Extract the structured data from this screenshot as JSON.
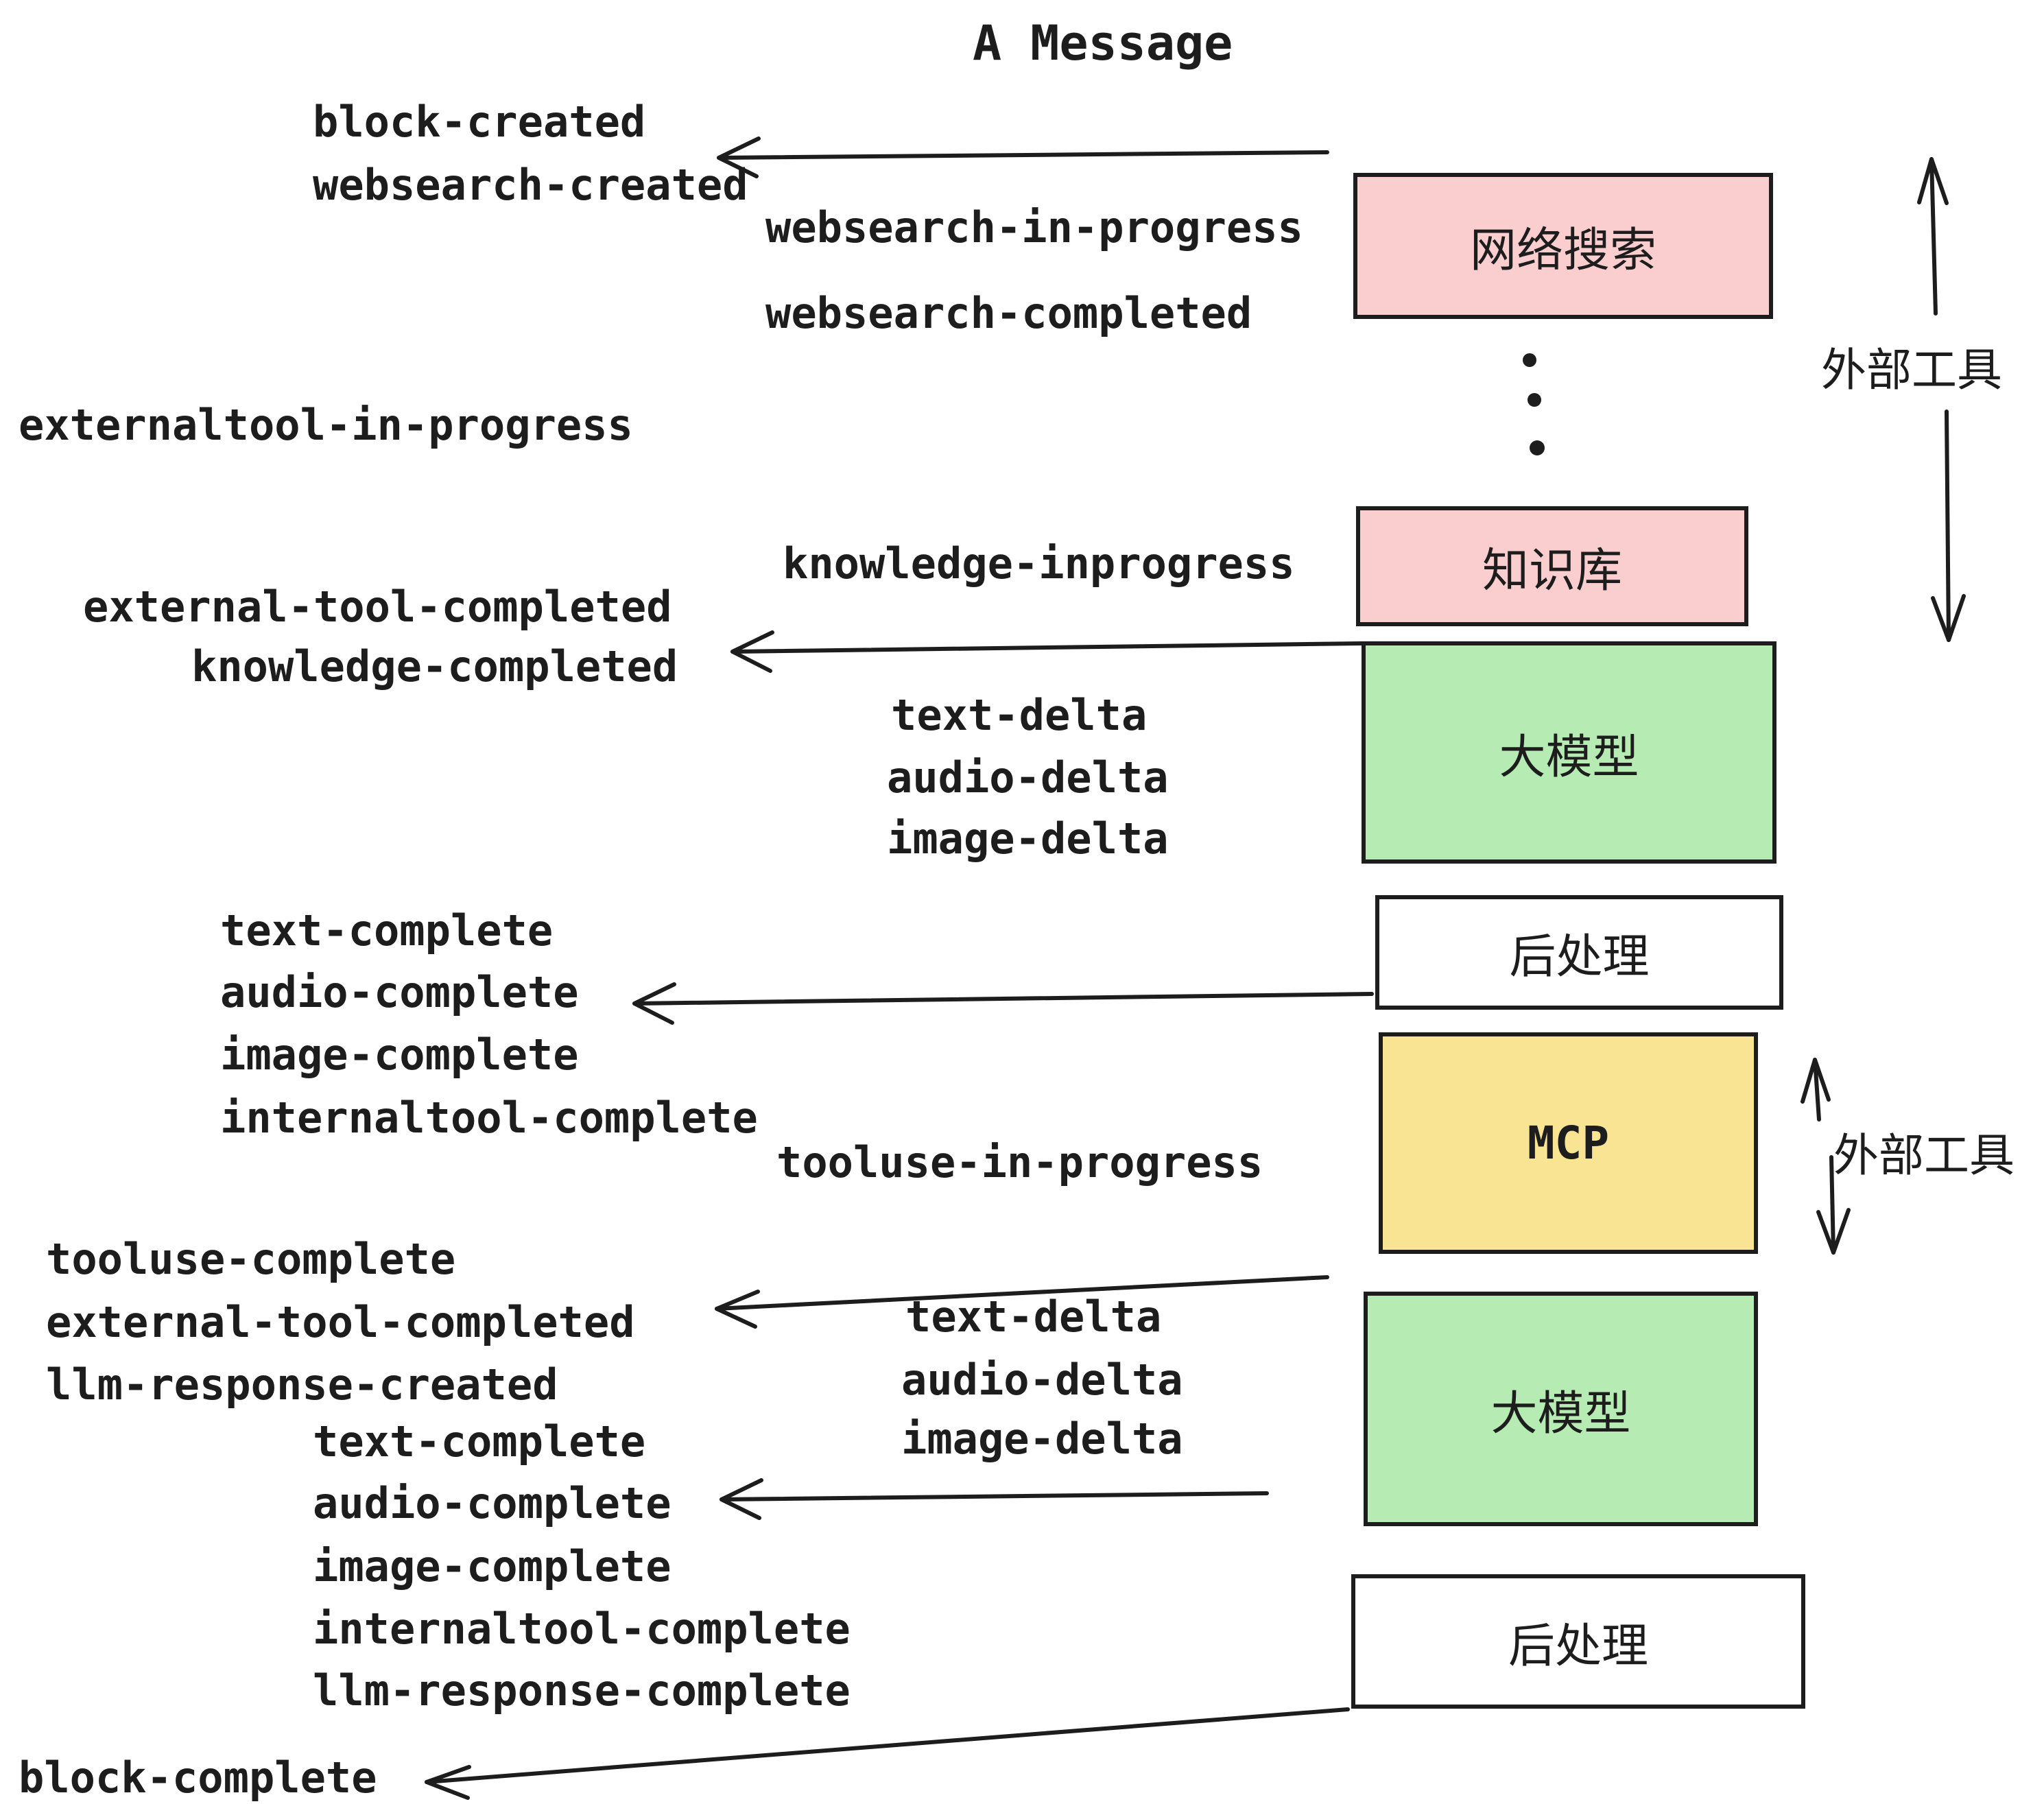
{
  "title": "A Message",
  "events": {
    "block_created": "block-created",
    "websearch_created": "websearch-created",
    "websearch_in_progress": "websearch-in-progress",
    "websearch_completed": "websearch-completed",
    "externaltool_in_progress": "externaltool-in-progress",
    "knowledge_inprogress": "knowledge-inprogress",
    "external_tool_completed": "external-tool-completed",
    "knowledge_completed": "knowledge-completed",
    "text_delta": "text-delta",
    "audio_delta": "audio-delta",
    "image_delta": "image-delta",
    "text_complete": "text-complete",
    "audio_complete": "audio-complete",
    "image_complete": "image-complete",
    "internaltool_complete": "internaltool-complete",
    "tooluse_in_progress": "tooluse-in-progress",
    "tooluse_complete": "tooluse-complete",
    "external_tool_completed_2": "external-tool-completed",
    "llm_response_created": "llm-response-created",
    "text_delta_2": "text-delta",
    "audio_delta_2": "audio-delta",
    "image_delta_2": "image-delta",
    "text_complete_2": "text-complete",
    "audio_complete_2": "audio-complete",
    "image_complete_2": "image-complete",
    "internaltool_complete_2": "internaltool-complete",
    "llm_response_complete": "llm-response-complete",
    "block_complete": "block-complete"
  },
  "nodes": {
    "websearch": "网络搜索",
    "knowledge": "知识库",
    "llm1": "大模型",
    "post1": "后处理",
    "mcp": "MCP",
    "llm2": "大模型",
    "post2": "后处理"
  },
  "side_labels": {
    "external_tools_1": "外部工具",
    "external_tools_2": "外部工具"
  },
  "colors": {
    "pink": "#FACDCE",
    "green": "#B6EBB4",
    "yellow": "#F8E492",
    "white": "#FFFFFF",
    "line": "#1d1d1d"
  }
}
